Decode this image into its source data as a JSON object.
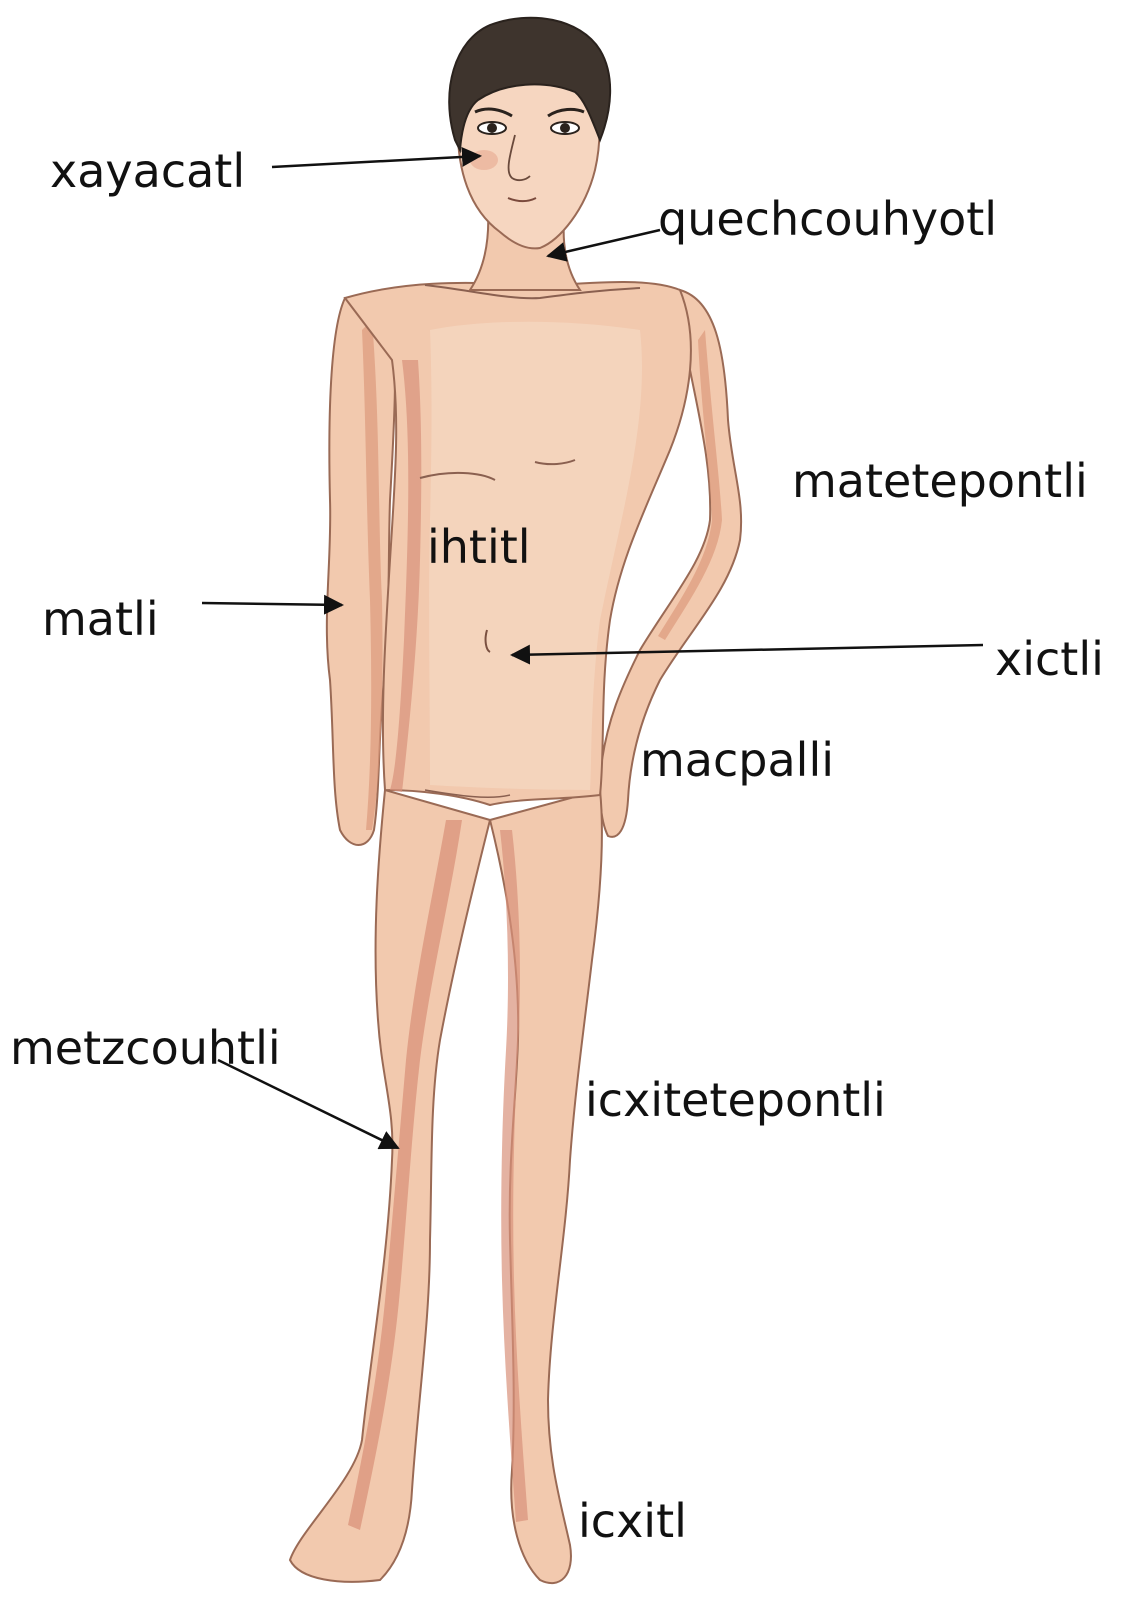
{
  "diagram": {
    "colors": {
      "background": "#ffffff",
      "skin": "#f2c9ae",
      "skin_light": "#f6dcc8",
      "skin_shadow": "#dd9a7c",
      "skin_dark": "#c87c5d",
      "hair": "#3e342d",
      "outline": "#9a6a55",
      "label_text": "#111111",
      "arrow": "#111111"
    },
    "labels": {
      "xayacatl": "xayacatl",
      "quechcouhyotl": "quechcouhyotl",
      "matetepontli": "matetepontli",
      "ihtitl": "ihtitl",
      "matli": "matli",
      "xictli": "xictli",
      "macpalli": "macpalli",
      "metzcouhtli": "metzcouhtli",
      "icxitetepontli": "icxitetepontli",
      "icxitl": "icxitl"
    }
  }
}
